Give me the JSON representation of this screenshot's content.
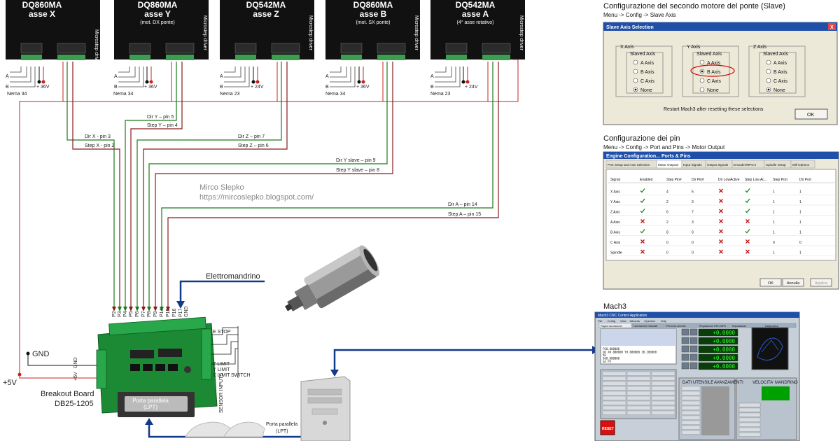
{
  "drivers": [
    {
      "title": "DQ860MA",
      "axis": "asse X",
      "sub": "",
      "voltage": "+ 36V",
      "motor": "Nema 34"
    },
    {
      "title": "DQ860MA",
      "axis": "asse Y",
      "sub": "(mot. DX ponte)",
      "voltage": "+ 36V",
      "motor": "Nema 34"
    },
    {
      "title": "DQ542MA",
      "axis": "asse Z",
      "sub": "",
      "voltage": "+ 24V",
      "motor": "Nema 23"
    },
    {
      "title": "DQ860MA",
      "axis": "asse B",
      "sub": "(mot. SX ponte)",
      "voltage": "+ 36V",
      "motor": "Nema 34"
    },
    {
      "title": "DQ542MA",
      "axis": "asse A",
      "sub": "(4° asse rotativo)",
      "voltage": "+ 24V",
      "motor": "Nema 23"
    }
  ],
  "driver_side_label": "Microstep driver",
  "coil_labels": {
    "a": "A",
    "b": "B"
  },
  "signals": [
    {
      "dir": "Dir X - pin 3",
      "step": "Step X - pin 2"
    },
    {
      "dir": "Dir Y – pin 5",
      "step": "Step Y – pin 4"
    },
    {
      "dir": "Dir Z – pin 7",
      "step": "Step Z – pin 6"
    },
    {
      "dir": "Dir Y slave – pin 9",
      "step": "Step Y slave – pin 8"
    },
    {
      "dir": "Dir A – pin 14",
      "step": "Step A – pin 15"
    }
  ],
  "credit": {
    "name": "Mirco Slepko",
    "url": "https://mircoslepko.blogspot.com/"
  },
  "spindle_label": "Elettromandrino",
  "gnd_label": "GND",
  "plus5_label": "+5V",
  "board": {
    "name": "Breakout Board",
    "model": "DB25-1205",
    "port_label": "Porta parallela",
    "port_sub": "(LPT)",
    "pin_labels": [
      "P2",
      "P3",
      "P4",
      "P5",
      "P6",
      "P7",
      "P8",
      "P9",
      "P14",
      "P15",
      "P16",
      "P17",
      "GND"
    ],
    "left_labels": [
      "GND",
      "+5V"
    ],
    "limit_labels": [
      "Z LIMIT",
      "Y LIMIT",
      "X LIMIT",
      "E STOP"
    ],
    "limit_switch": "SWITCH",
    "sensor_label": "SENSOR INPUTS"
  },
  "pc_port": {
    "label": "Porta parallela",
    "sub": "(LPT)"
  },
  "slave": {
    "heading": "Configurazione del secondo motore del ponte (Slave)",
    "menu": "Menu -> Config -> Slave Axis",
    "window_title": "Slave Axis Selection",
    "groups": [
      {
        "axis": "X Axis",
        "slaved": "Slaved Axis",
        "options": [
          "A Axis",
          "B Axis",
          "C Axis",
          "None"
        ],
        "selected": 3
      },
      {
        "axis": "Y Axis",
        "slaved": "Slaved Axis",
        "options": [
          "A Axis",
          "B Axis",
          "C Axis",
          "None"
        ],
        "selected": 1
      },
      {
        "axis": "Z Axis",
        "slaved": "Slaved Axis",
        "options": [
          "A Axis",
          "B Axis",
          "C Axis",
          "None"
        ],
        "selected": 3
      }
    ],
    "note": "Restart Mach3 after resetting these selections",
    "ok": "OK",
    "close": "X",
    "highlight_color": "#d00000"
  },
  "pins": {
    "heading": "Configurazione dei pin",
    "menu": "Menu -> Config -> Port and Pins -> Motor Output",
    "window_title": "Engine Configuration... Ports & Pins",
    "tabs": [
      "Port Setup and Axis Selection",
      "Motor Outputs",
      "Input Signals",
      "Output Signals",
      "Encoder/MPG's",
      "Spindle Setup",
      "Mill Options"
    ],
    "active_tab": 1,
    "columns": [
      "Signal",
      "Enabled",
      "Step Pin#",
      "Dir Pin#",
      "Dir LowActive",
      "Step Low Ac...",
      "Step Port",
      "Dir Port"
    ],
    "rows": [
      {
        "signal": "X Axis",
        "enabled": true,
        "step": "4",
        "dir": "5",
        "dirlow": false,
        "steplow": true,
        "sport": "1",
        "dport": "1"
      },
      {
        "signal": "Y Axis",
        "enabled": true,
        "step": "2",
        "dir": "3",
        "dirlow": false,
        "steplow": true,
        "sport": "1",
        "dport": "1"
      },
      {
        "signal": "Z Axis",
        "enabled": true,
        "step": "6",
        "dir": "7",
        "dirlow": false,
        "steplow": true,
        "sport": "1",
        "dport": "1"
      },
      {
        "signal": "A Axis",
        "enabled": false,
        "step": "2",
        "dir": "3",
        "dirlow": false,
        "steplow": false,
        "sport": "1",
        "dport": "1"
      },
      {
        "signal": "B Axis",
        "enabled": true,
        "step": "8",
        "dir": "9",
        "dirlow": false,
        "steplow": true,
        "sport": "1",
        "dport": "1"
      },
      {
        "signal": "C Axis",
        "enabled": false,
        "step": "0",
        "dir": "0",
        "dirlow": false,
        "steplow": false,
        "sport": "0",
        "dport": "0"
      },
      {
        "signal": "Spindle",
        "enabled": false,
        "step": "0",
        "dir": "0",
        "dirlow": false,
        "steplow": false,
        "sport": "1",
        "dport": "1"
      }
    ],
    "buttons": [
      "OK",
      "Annulla",
      "Applica"
    ]
  },
  "mach3": {
    "heading": "Mach3",
    "window_title": "Mach3 CNC Control Application",
    "menu": [
      "File",
      "Config",
      "View",
      "Wizards",
      "Operator",
      "Help"
    ],
    "tabs": [
      "Pagina lavorazione",
      "Lavorazione manuale",
      "Percorso utensile",
      "Regolazione DRO MPG",
      "Impostazioni",
      "Diagnostica"
    ],
    "dros": [
      "+0.0000",
      "+0.0000",
      "+0.0000",
      "+0.0000",
      "+0.0000"
    ],
    "gcode": [
      "F60.000000",
      "G0 X0.000000 Y0.000000 Z0.200000",
      "M3",
      "S60.000000",
      "G4 P5"
    ],
    "reset": "RESET",
    "sections": [
      "DATI UTENSILE",
      "AVANZAMENTI",
      "VELOCITA' MANDRINO"
    ],
    "accent": "#00aa00"
  },
  "colors": {
    "dir": "#1a7a1a",
    "step": "#8a1a1a",
    "supply": "#cc2222",
    "cable": "#123a8a"
  }
}
